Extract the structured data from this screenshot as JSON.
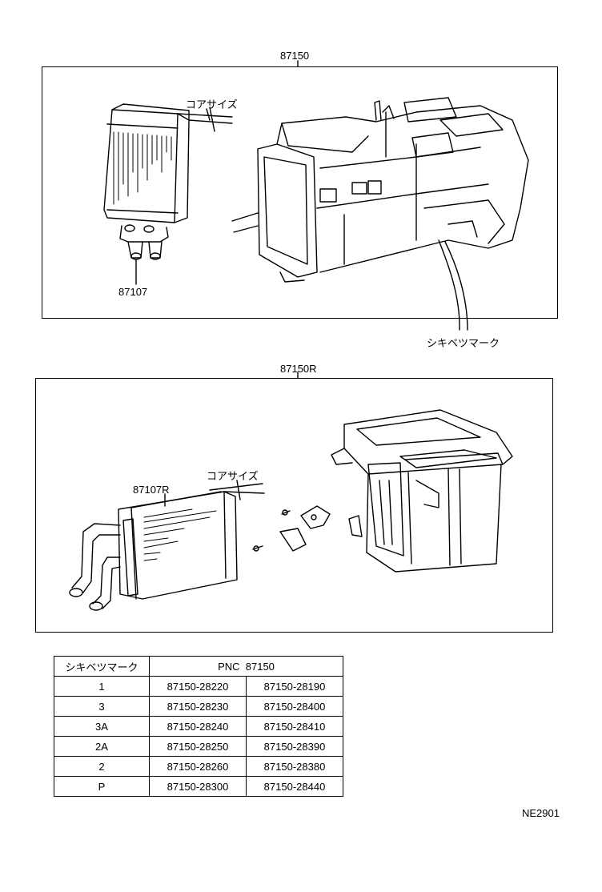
{
  "diagram": {
    "top_assembly_label": "87150",
    "top_core_size_label": "コアサイズ",
    "top_core_part_label": "87107",
    "identification_mark_callout": "シキベツマーク",
    "bottom_assembly_label": "87150R",
    "bottom_core_size_label": "コアサイズ",
    "bottom_core_part_label": "87107R"
  },
  "table": {
    "header_mark": "シキベツマーク",
    "header_pnc": "PNC  87150",
    "rows": [
      {
        "mark": "1",
        "pn_a": "87150-28220",
        "pn_b": "87150-28190"
      },
      {
        "mark": "3",
        "pn_a": "87150-28230",
        "pn_b": "87150-28400"
      },
      {
        "mark": "3A",
        "pn_a": "87150-28240",
        "pn_b": "87150-28410"
      },
      {
        "mark": "2A",
        "pn_a": "87150-28250",
        "pn_b": "87150-28390"
      },
      {
        "mark": "2",
        "pn_a": "87150-28260",
        "pn_b": "87150-28380"
      },
      {
        "mark": "P",
        "pn_a": "87150-28300",
        "pn_b": "87150-28440"
      }
    ]
  },
  "figure_code": "NE2901"
}
